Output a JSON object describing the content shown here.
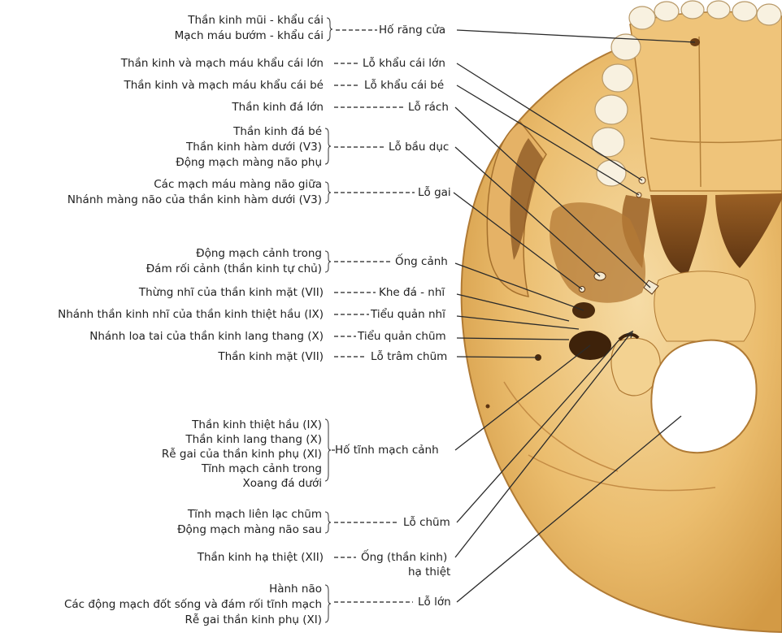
{
  "groups": [
    {
      "id": "g1",
      "labels": [
        "Thần kinh mũi - khẩu cái",
        "Mạch máu bướm - khẩu cái"
      ],
      "foramen": [
        "Hố răng cửa"
      ]
    },
    {
      "id": "g2",
      "labels": [
        "Thần kinh và mạch máu khẩu cái lớn"
      ],
      "foramen": [
        "Lỗ khẩu cái lớn"
      ]
    },
    {
      "id": "g3",
      "labels": [
        "Thần kinh và mạch máu khẩu cái bé"
      ],
      "foramen": [
        "Lỗ khẩu cái bé"
      ]
    },
    {
      "id": "g4",
      "labels": [
        "Thần kinh đá lớn"
      ],
      "foramen": [
        "Lỗ rách"
      ]
    },
    {
      "id": "g5",
      "labels": [
        "Thần kinh đá bé",
        "Thần kinh hàm dưới (V3)",
        "Động mạch màng não phụ"
      ],
      "foramen": [
        "Lỗ bầu dục"
      ]
    },
    {
      "id": "g6",
      "labels": [
        "Các mạch máu màng não giữa",
        "Nhánh màng não của thần kinh hàm dưới (V3)"
      ],
      "foramen": [
        "Lỗ gai"
      ]
    },
    {
      "id": "g7",
      "labels": [
        "Động mạch cảnh trong",
        "Đám rối cảnh (thần kinh tự chủ)"
      ],
      "foramen": [
        "Ống cảnh"
      ]
    },
    {
      "id": "g8",
      "labels": [
        "Thừng nhĩ của thần kinh mặt (VII)"
      ],
      "foramen": [
        "Khe đá - nhĩ"
      ]
    },
    {
      "id": "g9",
      "labels": [
        "Nhánh thần kinh nhĩ của thần kinh thiệt hầu (IX)"
      ],
      "foramen": [
        "Tiểu quản nhĩ"
      ]
    },
    {
      "id": "g10",
      "labels": [
        "Nhánh loa tai của thần kinh lang thang (X)"
      ],
      "foramen": [
        "Tiểu quản chũm"
      ]
    },
    {
      "id": "g11",
      "labels": [
        "Thần kinh mặt (VII)"
      ],
      "foramen": [
        "Lỗ trâm chũm"
      ]
    },
    {
      "id": "g12",
      "labels": [
        "Thần kinh thiệt hầu (IX)",
        "Thần kinh lang thang (X)",
        "Rễ gai của thần kinh phụ (XI)",
        "Tĩnh mạch cảnh trong",
        "Xoang đá dưới"
      ],
      "foramen": [
        "Hố tĩnh mạch cảnh"
      ]
    },
    {
      "id": "g13",
      "labels": [
        "Tĩnh mạch liên lạc chũm",
        "Động mạch màng não sau"
      ],
      "foramen": [
        "Lỗ chũm"
      ]
    },
    {
      "id": "g14",
      "labels": [
        "Thần kinh hạ thiệt (XII)"
      ],
      "foramen": [
        "Ống (thần kinh)",
        "hạ thiệt"
      ]
    },
    {
      "id": "g15",
      "labels": [
        "Hành não",
        "Các động mạch đốt sống và đám rối tĩnh mạch",
        "Rễ gai thần kinh phụ (XI)"
      ],
      "foramen": [
        "Lỗ lớn"
      ]
    }
  ],
  "colors": {
    "bone_light": "#f4d9a4",
    "bone_mid": "#e8b867",
    "bone_dark": "#c98a35",
    "shadow": "#7a4a1c",
    "line": "#2a2a2a"
  }
}
